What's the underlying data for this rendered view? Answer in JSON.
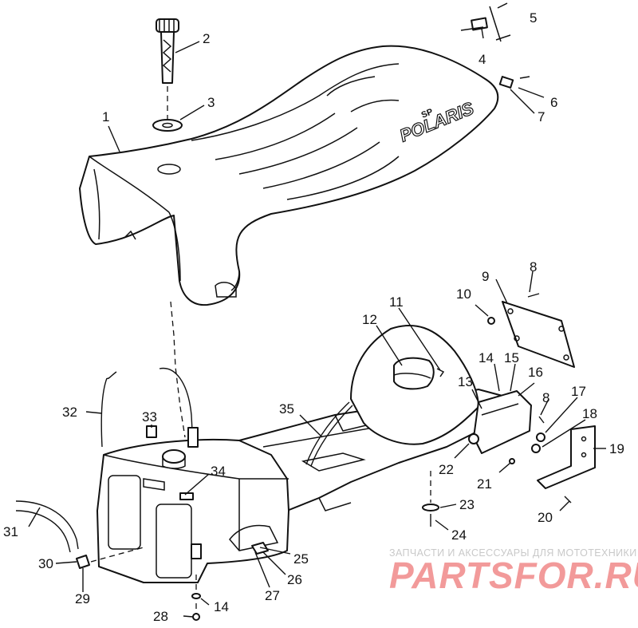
{
  "diagram": {
    "seat_brand": "POLARIS",
    "seat_model": "SP",
    "callouts": {
      "c1": "1",
      "c2": "2",
      "c3": "3",
      "c4": "4",
      "c5": "5",
      "c6": "6",
      "c7": "7",
      "c8a": "8",
      "c8b": "8",
      "c9": "9",
      "c10": "10",
      "c11": "11",
      "c12": "12",
      "c13": "13",
      "c14a": "14",
      "c14b": "14",
      "c15": "15",
      "c16": "16",
      "c17": "17",
      "c18": "18",
      "c19": "19",
      "c20": "20",
      "c21": "21",
      "c22": "22",
      "c23": "23",
      "c24": "24",
      "c25": "25",
      "c26": "26",
      "c27": "27",
      "c28": "28",
      "c29": "29",
      "c30": "30",
      "c31": "31",
      "c32": "32",
      "c33": "33",
      "c34": "34",
      "c35": "35"
    }
  },
  "watermark": {
    "tagline": "ЗАПЧАСТИ И АКСЕССУАРЫ ДЛЯ МОТОТЕХНИКИ",
    "brand": "PARTSFOR.RU",
    "color": "#f29a9a"
  }
}
